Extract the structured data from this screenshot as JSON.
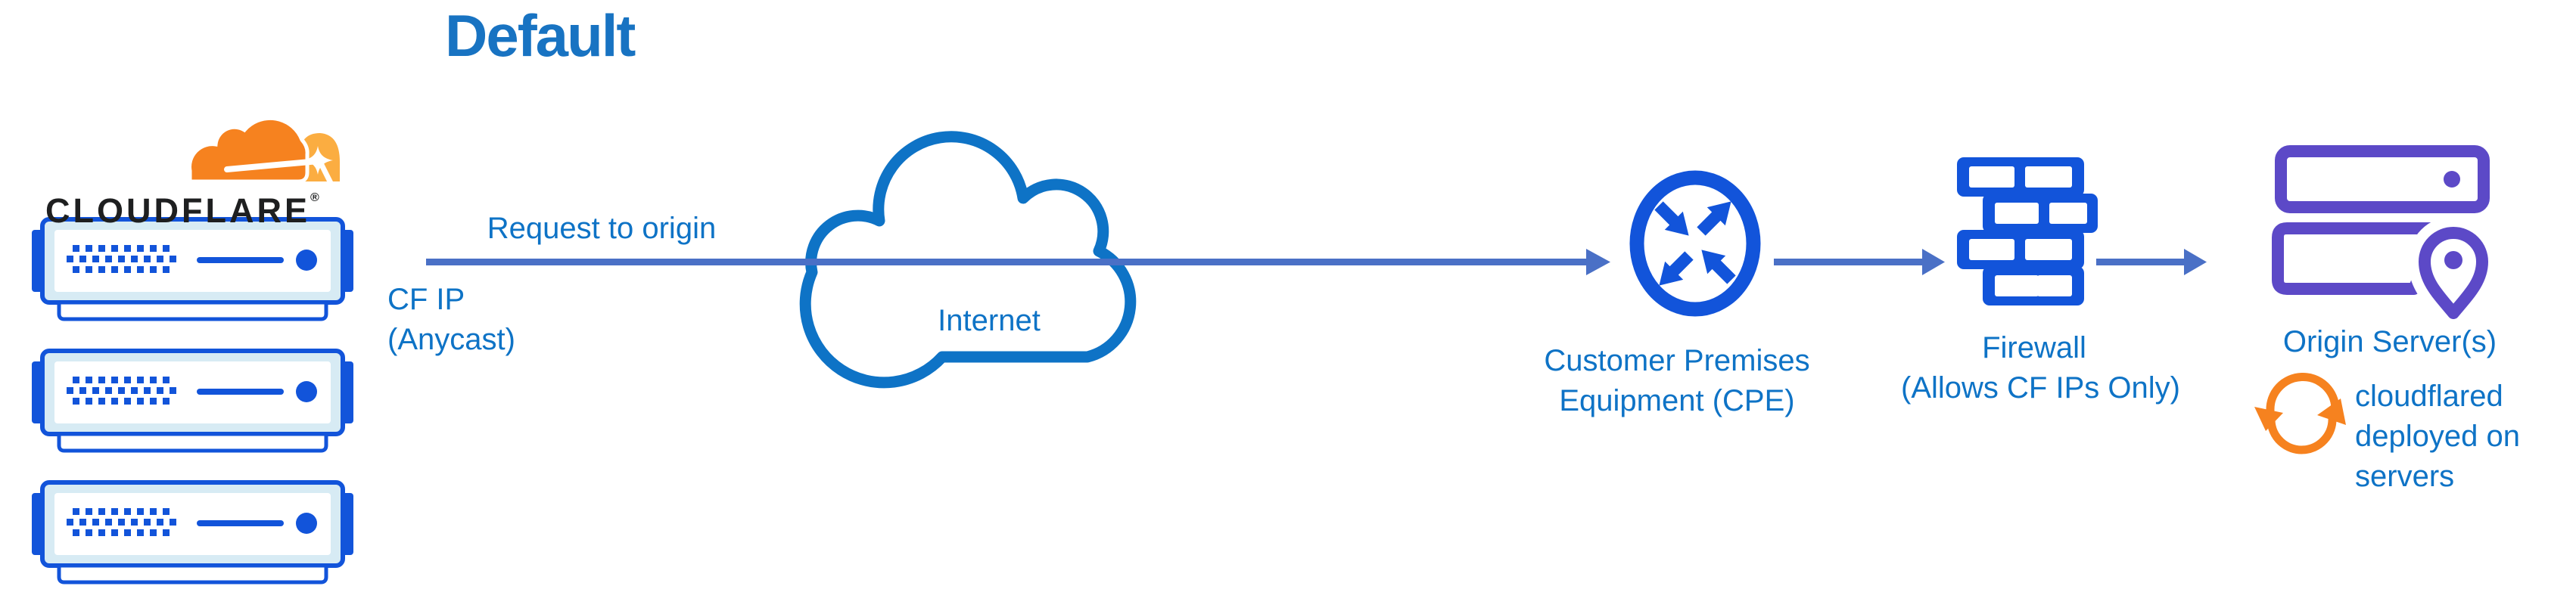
{
  "title": "Default",
  "colors": {
    "title_blue": "#1873C2",
    "label_blue": "#0E73C6",
    "arrow_blue": "#4A70C6",
    "icon_blue": "#1254DA",
    "server_fill": "#D7EBF4",
    "purple": "#5C49C7",
    "orange": "#F6821F",
    "orange_light": "#FBAD41",
    "wordmark_black": "#1E1F20"
  },
  "cloudflare": {
    "wordmark": "CLOUDFLARE",
    "registered_mark": "®",
    "logo_icon": "cloudflare-logo-icon",
    "servers_icon": "edge-server-icon"
  },
  "flow": {
    "request_label": "Request to origin",
    "cf_ip_lines": [
      "CF IP",
      "(Anycast)"
    ]
  },
  "internet": {
    "label": "Internet",
    "icon": "internet-cloud-icon"
  },
  "cpe": {
    "lines": [
      "Customer Premises",
      "Equipment (CPE)"
    ],
    "icon": "cpe-router-icon"
  },
  "firewall": {
    "lines": [
      "Firewall",
      "(Allows CF IPs Only)"
    ],
    "icon": "firewall-brick-icon"
  },
  "origin": {
    "label": "Origin Server(s)",
    "icon": "origin-servers-icon",
    "pin_icon": "location-pin-icon",
    "note": {
      "icon": "sync-arrows-icon",
      "lines": [
        "cloudflared",
        "deployed on",
        "servers"
      ]
    }
  }
}
